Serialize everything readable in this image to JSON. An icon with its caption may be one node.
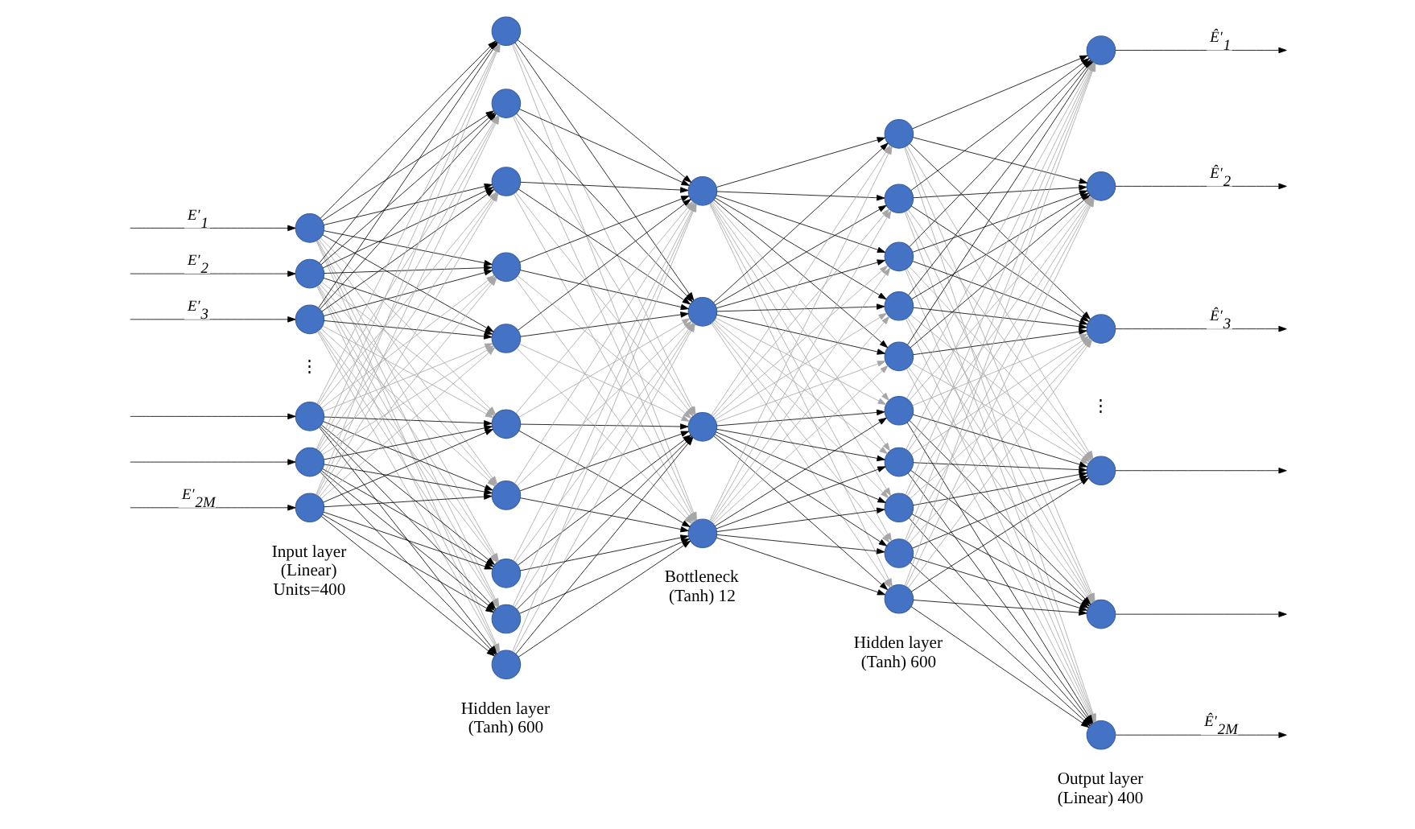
{
  "diagram": {
    "nodes": [
      {
        "text": [],
        "shape": "circle"
      },
      {
        "text": [],
        "shape": "circle"
      },
      {
        "text": [],
        "shape": "circle"
      },
      {
        "text": [],
        "shape": "circle"
      },
      {
        "text": [],
        "shape": "circle"
      },
      {
        "text": [],
        "shape": "circle"
      },
      {
        "text": [],
        "shape": "circle"
      },
      {
        "text": [],
        "shape": "circle"
      },
      {
        "text": [],
        "shape": "circle"
      },
      {
        "text": [],
        "shape": "circle"
      },
      {
        "text": [],
        "shape": "circle"
      },
      {
        "text": [],
        "shape": "circle"
      },
      {
        "text": [],
        "shape": "circle"
      },
      {
        "text": [],
        "shape": "circle"
      },
      {
        "text": [],
        "shape": "circle"
      },
      {
        "text": [],
        "shape": "circle"
      },
      {
        "text": [],
        "shape": "circle"
      },
      {
        "text": [],
        "shape": "circle"
      },
      {
        "text": [],
        "shape": "circle"
      },
      {
        "text": [],
        "shape": "circle"
      },
      {
        "text": [],
        "shape": "circle"
      },
      {
        "text": [],
        "shape": "circle"
      },
      {
        "text": [],
        "shape": "circle"
      },
      {
        "text": [],
        "shape": "circle"
      },
      {
        "text": [],
        "shape": "circle"
      },
      {
        "text": [],
        "shape": "circle"
      },
      {
        "text": [],
        "shape": "circle"
      },
      {
        "text": [],
        "shape": "circle"
      },
      {
        "text": [],
        "shape": "circle"
      },
      {
        "text": [],
        "shape": "circle"
      },
      {
        "text": [],
        "shape": "circle"
      },
      {
        "text": [],
        "shape": "circle"
      },
      {
        "text": [],
        "shape": "circle"
      },
      {
        "text": [],
        "shape": "circle"
      },
      {
        "text": [],
        "shape": "circle"
      },
      {
        "text": [],
        "shape": "circle"
      }
    ],
    "edges": [
      {
        "from": null,
        "to": 0,
        "arrow": "to",
        "label": "E′$_{1}$"
      },
      {
        "from": null,
        "to": 1,
        "arrow": "to",
        "label": "E′$_{2}$"
      },
      {
        "from": null,
        "to": 2,
        "arrow": "to",
        "label": "E′$_{3}$"
      },
      {
        "from": null,
        "to": 3,
        "arrow": "to"
      },
      {
        "from": null,
        "to": 4,
        "arrow": "to"
      },
      {
        "from": null,
        "to": 5,
        "arrow": "to",
        "label": "E′$_{2M}$"
      },
      {
        "from": 0,
        "to": 6,
        "arrow": "to"
      },
      {
        "from": 0,
        "to": 7,
        "arrow": "to"
      },
      {
        "from": 0,
        "to": 8,
        "arrow": "to"
      },
      {
        "from": 0,
        "to": 9,
        "arrow": "to"
      },
      {
        "from": 0,
        "to": 10,
        "arrow": "to"
      },
      {
        "from": 0,
        "to": 11,
        "arrow": "to",
        "color": "#a6a6a6"
      },
      {
        "from": 0,
        "to": 12,
        "arrow": "to",
        "color": "#a6a6a6"
      },
      {
        "from": 0,
        "to": 13,
        "arrow": "to",
        "color": "#a6a6a6"
      },
      {
        "from": 0,
        "to": 14,
        "arrow": "to",
        "color": "#a6a6a6"
      },
      {
        "from": 0,
        "to": 15,
        "arrow": "to",
        "color": "#a6a6a6"
      },
      {
        "from": 1,
        "to": 6,
        "arrow": "to"
      },
      {
        "from": 1,
        "to": 7,
        "arrow": "to"
      },
      {
        "from": 1,
        "to": 8,
        "arrow": "to"
      },
      {
        "from": 1,
        "to": 9,
        "arrow": "to"
      },
      {
        "from": 1,
        "to": 10,
        "arrow": "to"
      },
      {
        "from": 1,
        "to": 11,
        "arrow": "to",
        "color": "#a6a6a6"
      },
      {
        "from": 1,
        "to": 12,
        "arrow": "to",
        "color": "#a6a6a6"
      },
      {
        "from": 1,
        "to": 13,
        "arrow": "to",
        "color": "#a6a6a6"
      },
      {
        "from": 1,
        "to": 14,
        "arrow": "to",
        "color": "#a6a6a6"
      },
      {
        "from": 1,
        "to": 15,
        "arrow": "to",
        "color": "#a6a6a6"
      },
      {
        "from": 2,
        "to": 6,
        "arrow": "to"
      },
      {
        "from": 2,
        "to": 7,
        "arrow": "to"
      },
      {
        "from": 2,
        "to": 8,
        "arrow": "to"
      },
      {
        "from": 2,
        "to": 9,
        "arrow": "to"
      },
      {
        "from": 2,
        "to": 10,
        "arrow": "to"
      },
      {
        "from": 2,
        "to": 11,
        "arrow": "to",
        "color": "#a6a6a6"
      },
      {
        "from": 2,
        "to": 12,
        "arrow": "to",
        "color": "#a6a6a6"
      },
      {
        "from": 2,
        "to": 13,
        "arrow": "to",
        "color": "#a6a6a6"
      },
      {
        "from": 2,
        "to": 14,
        "arrow": "to",
        "color": "#a6a6a6"
      },
      {
        "from": 2,
        "to": 15,
        "arrow": "to",
        "color": "#a6a6a6"
      },
      {
        "from": 3,
        "to": 6,
        "arrow": "to",
        "color": "#a6a6a6"
      },
      {
        "from": 3,
        "to": 7,
        "arrow": "to",
        "color": "#a6a6a6"
      },
      {
        "from": 3,
        "to": 8,
        "arrow": "to",
        "color": "#a6a6a6"
      },
      {
        "from": 3,
        "to": 9,
        "arrow": "to",
        "color": "#a6a6a6"
      },
      {
        "from": 3,
        "to": 10,
        "arrow": "to",
        "color": "#a6a6a6"
      },
      {
        "from": 3,
        "to": 11,
        "arrow": "to"
      },
      {
        "from": 3,
        "to": 12,
        "arrow": "to"
      },
      {
        "from": 3,
        "to": 13,
        "arrow": "to"
      },
      {
        "from": 3,
        "to": 14,
        "arrow": "to"
      },
      {
        "from": 3,
        "to": 15,
        "arrow": "to"
      },
      {
        "from": 4,
        "to": 6,
        "arrow": "to",
        "color": "#a6a6a6"
      },
      {
        "from": 4,
        "to": 7,
        "arrow": "to",
        "color": "#a6a6a6"
      },
      {
        "from": 4,
        "to": 8,
        "arrow": "to",
        "color": "#a6a6a6"
      },
      {
        "from": 4,
        "to": 9,
        "arrow": "to",
        "color": "#a6a6a6"
      },
      {
        "from": 4,
        "to": 10,
        "arrow": "to",
        "color": "#a6a6a6"
      },
      {
        "from": 4,
        "to": 11,
        "arrow": "to"
      },
      {
        "from": 4,
        "to": 12,
        "arrow": "to"
      },
      {
        "from": 4,
        "to": 13,
        "arrow": "to"
      },
      {
        "from": 4,
        "to": 14,
        "arrow": "to"
      },
      {
        "from": 4,
        "to": 15,
        "arrow": "to"
      },
      {
        "from": 5,
        "to": 6,
        "arrow": "to",
        "color": "#a6a6a6"
      },
      {
        "from": 5,
        "to": 7,
        "arrow": "to",
        "color": "#a6a6a6"
      },
      {
        "from": 5,
        "to": 8,
        "arrow": "to",
        "color": "#a6a6a6"
      },
      {
        "from": 5,
        "to": 9,
        "arrow": "to",
        "color": "#a6a6a6"
      },
      {
        "from": 5,
        "to": 10,
        "arrow": "to",
        "color": "#a6a6a6"
      },
      {
        "from": 5,
        "to": 11,
        "arrow": "to"
      },
      {
        "from": 5,
        "to": 12,
        "arrow": "to"
      },
      {
        "from": 5,
        "to": 13,
        "arrow": "to"
      },
      {
        "from": 5,
        "to": 14,
        "arrow": "to"
      },
      {
        "from": 5,
        "to": 15,
        "arrow": "to"
      },
      {
        "from": 6,
        "to": 16,
        "arrow": "to"
      },
      {
        "from": 6,
        "to": 17,
        "arrow": "to"
      },
      {
        "from": 6,
        "to": 18,
        "arrow": "to",
        "color": "#a6a6a6"
      },
      {
        "from": 6,
        "to": 19,
        "arrow": "to",
        "color": "#a6a6a6"
      },
      {
        "from": 7,
        "to": 16,
        "arrow": "to"
      },
      {
        "from": 7,
        "to": 17,
        "arrow": "to"
      },
      {
        "from": 7,
        "to": 18,
        "arrow": "to",
        "color": "#a6a6a6"
      },
      {
        "from": 7,
        "to": 19,
        "arrow": "to",
        "color": "#a6a6a6"
      },
      {
        "from": 8,
        "to": 16,
        "arrow": "to"
      },
      {
        "from": 8,
        "to": 17,
        "arrow": "to"
      },
      {
        "from": 8,
        "to": 18,
        "arrow": "to",
        "color": "#a6a6a6"
      },
      {
        "from": 8,
        "to": 19,
        "arrow": "to",
        "color": "#a6a6a6"
      },
      {
        "from": 9,
        "to": 16,
        "arrow": "to"
      },
      {
        "from": 9,
        "to": 17,
        "arrow": "to"
      },
      {
        "from": 9,
        "to": 18,
        "arrow": "to",
        "color": "#a6a6a6"
      },
      {
        "from": 9,
        "to": 19,
        "arrow": "to",
        "color": "#a6a6a6"
      },
      {
        "from": 10,
        "to": 16,
        "arrow": "to"
      },
      {
        "from": 10,
        "to": 17,
        "arrow": "to"
      },
      {
        "from": 10,
        "to": 18,
        "arrow": "to",
        "color": "#a6a6a6"
      },
      {
        "from": 10,
        "to": 19,
        "arrow": "to",
        "color": "#a6a6a6"
      },
      {
        "from": 11,
        "to": 16,
        "arrow": "to",
        "color": "#a6a6a6"
      },
      {
        "from": 11,
        "to": 17,
        "arrow": "to",
        "color": "#a6a6a6"
      },
      {
        "from": 11,
        "to": 18,
        "arrow": "to"
      },
      {
        "from": 11,
        "to": 19,
        "arrow": "to"
      },
      {
        "from": 12,
        "to": 16,
        "arrow": "to",
        "color": "#a6a6a6"
      },
      {
        "from": 12,
        "to": 17,
        "arrow": "to",
        "color": "#a6a6a6"
      },
      {
        "from": 12,
        "to": 18,
        "arrow": "to"
      },
      {
        "from": 12,
        "to": 19,
        "arrow": "to"
      },
      {
        "from": 13,
        "to": 16,
        "arrow": "to",
        "color": "#a6a6a6"
      },
      {
        "from": 13,
        "to": 17,
        "arrow": "to",
        "color": "#a6a6a6"
      },
      {
        "from": 13,
        "to": 18,
        "arrow": "to"
      },
      {
        "from": 13,
        "to": 19,
        "arrow": "to"
      },
      {
        "from": 14,
        "to": 16,
        "arrow": "to",
        "color": "#a6a6a6"
      },
      {
        "from": 14,
        "to": 17,
        "arrow": "to",
        "color": "#a6a6a6"
      },
      {
        "from": 14,
        "to": 18,
        "arrow": "to"
      },
      {
        "from": 14,
        "to": 19,
        "arrow": "to"
      },
      {
        "from": 15,
        "to": 16,
        "arrow": "to",
        "color": "#a6a6a6"
      },
      {
        "from": 15,
        "to": 17,
        "arrow": "to",
        "color": "#a6a6a6"
      },
      {
        "from": 15,
        "to": 18,
        "arrow": "to"
      },
      {
        "from": 15,
        "to": 19,
        "arrow": "to"
      },
      {
        "from": 16,
        "to": 20,
        "arrow": "to"
      },
      {
        "from": 16,
        "to": 21,
        "arrow": "to"
      },
      {
        "from": 16,
        "to": 22,
        "arrow": "to"
      },
      {
        "from": 16,
        "to": 23,
        "arrow": "to"
      },
      {
        "from": 16,
        "to": 24,
        "arrow": "to"
      },
      {
        "from": 16,
        "to": 25,
        "arrow": "to",
        "color": "#a6a6a6"
      },
      {
        "from": 16,
        "to": 26,
        "arrow": "to",
        "color": "#a6a6a6"
      },
      {
        "from": 16,
        "to": 27,
        "arrow": "to",
        "color": "#a6a6a6"
      },
      {
        "from": 16,
        "to": 28,
        "arrow": "to",
        "color": "#a6a6a6"
      },
      {
        "from": 16,
        "to": 29,
        "arrow": "to",
        "color": "#a6a6a6"
      },
      {
        "from": 17,
        "to": 20,
        "arrow": "to"
      },
      {
        "from": 17,
        "to": 21,
        "arrow": "to"
      },
      {
        "from": 17,
        "to": 22,
        "arrow": "to"
      },
      {
        "from": 17,
        "to": 23,
        "arrow": "to"
      },
      {
        "from": 17,
        "to": 24,
        "arrow": "to"
      },
      {
        "from": 17,
        "to": 25,
        "arrow": "to",
        "color": "#a6a6a6"
      },
      {
        "from": 17,
        "to": 26,
        "arrow": "to",
        "color": "#a6a6a6"
      },
      {
        "from": 17,
        "to": 27,
        "arrow": "to",
        "color": "#a6a6a6"
      },
      {
        "from": 17,
        "to": 28,
        "arrow": "to",
        "color": "#a6a6a6"
      },
      {
        "from": 17,
        "to": 29,
        "arrow": "to",
        "color": "#a6a6a6"
      },
      {
        "from": 18,
        "to": 20,
        "arrow": "to",
        "color": "#a6a6a6"
      },
      {
        "from": 18,
        "to": 21,
        "arrow": "to",
        "color": "#a6a6a6"
      },
      {
        "from": 18,
        "to": 22,
        "arrow": "to",
        "color": "#a6a6a6"
      },
      {
        "from": 18,
        "to": 23,
        "arrow": "to",
        "color": "#a6a6a6"
      },
      {
        "from": 18,
        "to": 24,
        "arrow": "to",
        "color": "#a6a6a6"
      },
      {
        "from": 18,
        "to": 25,
        "arrow": "to"
      },
      {
        "from": 18,
        "to": 26,
        "arrow": "to"
      },
      {
        "from": 18,
        "to": 27,
        "arrow": "to"
      },
      {
        "from": 18,
        "to": 28,
        "arrow": "to"
      },
      {
        "from": 18,
        "to": 29,
        "arrow": "to"
      },
      {
        "from": 19,
        "to": 20,
        "arrow": "to",
        "color": "#a6a6a6"
      },
      {
        "from": 19,
        "to": 21,
        "arrow": "to",
        "color": "#a6a6a6"
      },
      {
        "from": 19,
        "to": 22,
        "arrow": "to",
        "color": "#a6a6a6"
      },
      {
        "from": 19,
        "to": 23,
        "arrow": "to",
        "color": "#a6a6a6"
      },
      {
        "from": 19,
        "to": 24,
        "arrow": "to",
        "color": "#a6a6a6"
      },
      {
        "from": 19,
        "to": 25,
        "arrow": "to"
      },
      {
        "from": 19,
        "to": 26,
        "arrow": "to"
      },
      {
        "from": 19,
        "to": 27,
        "arrow": "to"
      },
      {
        "from": 19,
        "to": 28,
        "arrow": "to"
      },
      {
        "from": 19,
        "to": 29,
        "arrow": "to"
      },
      {
        "from": 20,
        "to": 30,
        "arrow": "to"
      },
      {
        "from": 20,
        "to": 31,
        "arrow": "to"
      },
      {
        "from": 20,
        "to": 32,
        "arrow": "to"
      },
      {
        "from": 20,
        "to": 33,
        "arrow": "to",
        "color": "#a6a6a6"
      },
      {
        "from": 20,
        "to": 34,
        "arrow": "to",
        "color": "#a6a6a6"
      },
      {
        "from": 20,
        "to": 35,
        "arrow": "to",
        "color": "#a6a6a6"
      },
      {
        "from": 21,
        "to": 30,
        "arrow": "to"
      },
      {
        "from": 21,
        "to": 31,
        "arrow": "to"
      },
      {
        "from": 21,
        "to": 32,
        "arrow": "to"
      },
      {
        "from": 21,
        "to": 33,
        "arrow": "to",
        "color": "#a6a6a6"
      },
      {
        "from": 21,
        "to": 34,
        "arrow": "to",
        "color": "#a6a6a6"
      },
      {
        "from": 21,
        "to": 35,
        "arrow": "to",
        "color": "#a6a6a6"
      },
      {
        "from": 22,
        "to": 30,
        "arrow": "to"
      },
      {
        "from": 22,
        "to": 31,
        "arrow": "to"
      },
      {
        "from": 22,
        "to": 32,
        "arrow": "to"
      },
      {
        "from": 22,
        "to": 33,
        "arrow": "to",
        "color": "#a6a6a6"
      },
      {
        "from": 22,
        "to": 34,
        "arrow": "to",
        "color": "#a6a6a6"
      },
      {
        "from": 22,
        "to": 35,
        "arrow": "to",
        "color": "#a6a6a6"
      },
      {
        "from": 23,
        "to": 30,
        "arrow": "to"
      },
      {
        "from": 23,
        "to": 31,
        "arrow": "to"
      },
      {
        "from": 23,
        "to": 32,
        "arrow": "to"
      },
      {
        "from": 23,
        "to": 33,
        "arrow": "to",
        "color": "#a6a6a6"
      },
      {
        "from": 23,
        "to": 34,
        "arrow": "to",
        "color": "#a6a6a6"
      },
      {
        "from": 23,
        "to": 35,
        "arrow": "to",
        "color": "#a6a6a6"
      },
      {
        "from": 24,
        "to": 30,
        "arrow": "to"
      },
      {
        "from": 24,
        "to": 31,
        "arrow": "to"
      },
      {
        "from": 24,
        "to": 32,
        "arrow": "to"
      },
      {
        "from": 24,
        "to": 33,
        "arrow": "to",
        "color": "#a6a6a6"
      },
      {
        "from": 24,
        "to": 34,
        "arrow": "to",
        "color": "#a6a6a6"
      },
      {
        "from": 24,
        "to": 35,
        "arrow": "to",
        "color": "#a6a6a6"
      },
      {
        "from": 25,
        "to": 30,
        "arrow": "to",
        "color": "#a6a6a6"
      },
      {
        "from": 25,
        "to": 31,
        "arrow": "to",
        "color": "#a6a6a6"
      },
      {
        "from": 25,
        "to": 32,
        "arrow": "to",
        "color": "#a6a6a6"
      },
      {
        "from": 25,
        "to": 33,
        "arrow": "to"
      },
      {
        "from": 25,
        "to": 34,
        "arrow": "to"
      },
      {
        "from": 25,
        "to": 35,
        "arrow": "to"
      },
      {
        "from": 26,
        "to": 30,
        "arrow": "to",
        "color": "#a6a6a6"
      },
      {
        "from": 26,
        "to": 31,
        "arrow": "to",
        "color": "#a6a6a6"
      },
      {
        "from": 26,
        "to": 32,
        "arrow": "to",
        "color": "#a6a6a6"
      },
      {
        "from": 26,
        "to": 33,
        "arrow": "to"
      },
      {
        "from": 26,
        "to": 34,
        "arrow": "to"
      },
      {
        "from": 26,
        "to": 35,
        "arrow": "to"
      },
      {
        "from": 27,
        "to": 30,
        "arrow": "to",
        "color": "#a6a6a6"
      },
      {
        "from": 27,
        "to": 31,
        "arrow": "to",
        "color": "#a6a6a6"
      },
      {
        "from": 27,
        "to": 32,
        "arrow": "to",
        "color": "#a6a6a6"
      },
      {
        "from": 27,
        "to": 33,
        "arrow": "to"
      },
      {
        "from": 27,
        "to": 34,
        "arrow": "to"
      },
      {
        "from": 27,
        "to": 35,
        "arrow": "to"
      },
      {
        "from": 28,
        "to": 30,
        "arrow": "to",
        "color": "#a6a6a6"
      },
      {
        "from": 28,
        "to": 31,
        "arrow": "to",
        "color": "#a6a6a6"
      },
      {
        "from": 28,
        "to": 32,
        "arrow": "to",
        "color": "#a6a6a6"
      },
      {
        "from": 28,
        "to": 33,
        "arrow": "to"
      },
      {
        "from": 28,
        "to": 34,
        "arrow": "to"
      },
      {
        "from": 28,
        "to": 35,
        "arrow": "to"
      },
      {
        "from": 29,
        "to": 30,
        "arrow": "to",
        "color": "#a6a6a6"
      },
      {
        "from": 29,
        "to": 31,
        "arrow": "to",
        "color": "#a6a6a6"
      },
      {
        "from": 29,
        "to": 32,
        "arrow": "to",
        "color": "#a6a6a6"
      },
      {
        "from": 29,
        "to": 33,
        "arrow": "to"
      },
      {
        "from": 29,
        "to": 34,
        "arrow": "to"
      },
      {
        "from": 29,
        "to": 35,
        "arrow": "to"
      },
      {
        "from": 30,
        "to": null,
        "arrow": "to",
        "label": "Ê′$_{1}$"
      },
      {
        "from": 31,
        "to": null,
        "arrow": "to",
        "label": "Ê′$_{2}$"
      },
      {
        "from": 32,
        "to": null,
        "arrow": "to",
        "label": "Ê′$_{3}$"
      },
      {
        "from": 33,
        "to": null,
        "arrow": "to"
      },
      {
        "from": 34,
        "to": null,
        "arrow": "to"
      },
      {
        "from": 35,
        "to": null,
        "arrow": "to",
        "label": "Ê′$_{2M}$"
      }
    ],
    "labels": [
      "⋮",
      "⋮",
      "Input layer (Linear) Units=400",
      "Hidden layer (Tanh) 600",
      "Bottleneck (Tanh) 12",
      "Hidden layer (Tanh) 600",
      "Output layer (Linear) 400"
    ]
  }
}
